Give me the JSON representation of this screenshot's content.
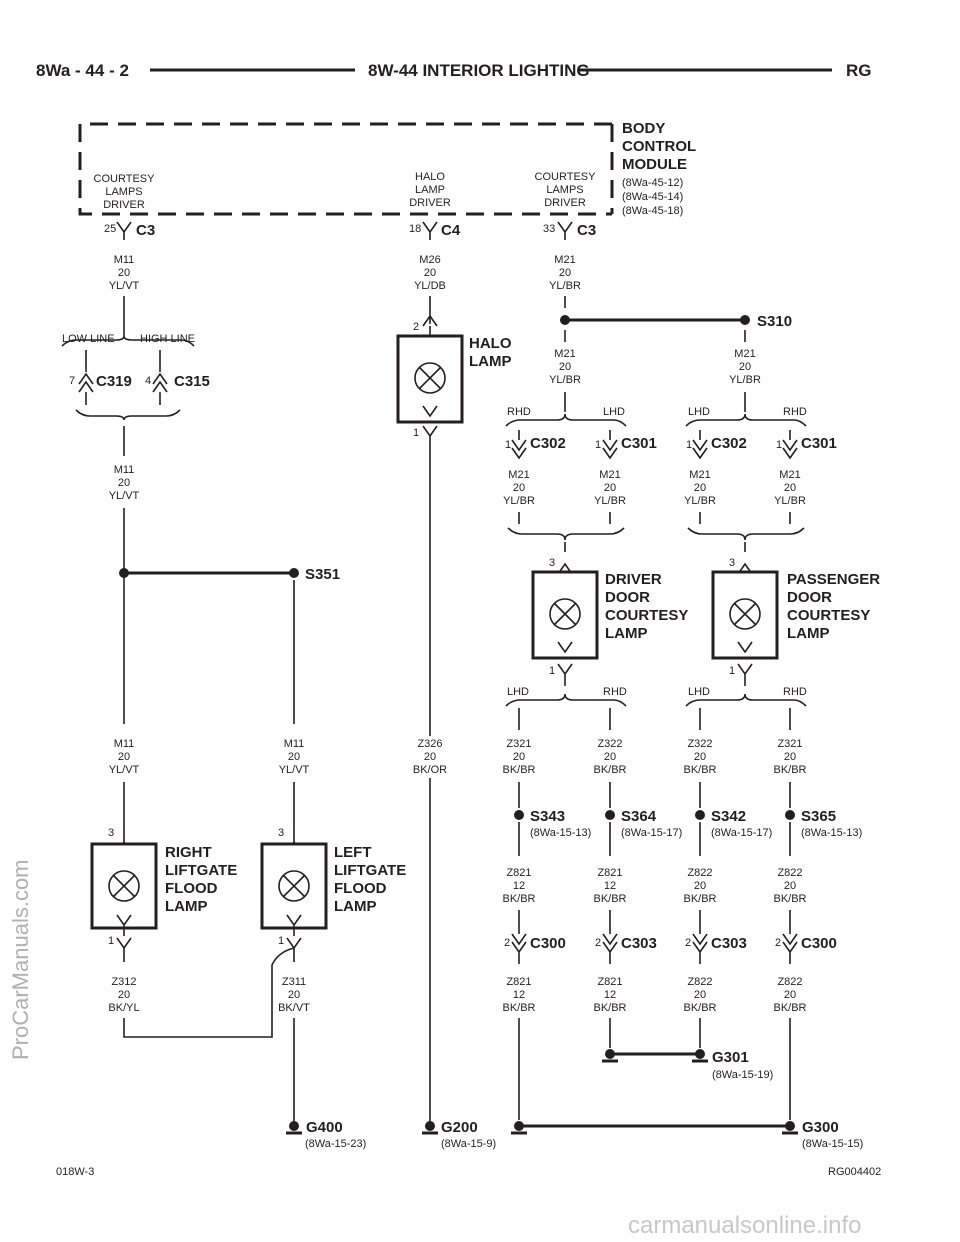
{
  "header": {
    "left": "8Wa - 44 - 2",
    "title": "8W-44 INTERIOR LIGHTING",
    "right": "RG"
  },
  "footer": {
    "left": "018W-3",
    "right": "RG004402"
  },
  "watermarks": {
    "side": "ProCarManuals.com",
    "bottom": "carmanualsonline.info"
  },
  "module": {
    "l1": "BODY",
    "l2": "CONTROL",
    "l3": "MODULE",
    "ref1": "(8Wa-45-12)",
    "ref2": "(8Wa-45-14)",
    "ref3": "(8Wa-45-18)"
  },
  "drivers": {
    "d1": [
      "COURTESY",
      "LAMPS",
      "DRIVER"
    ],
    "d2": [
      "HALO",
      "LAMP",
      "DRIVER"
    ],
    "d3": [
      "COURTESY",
      "LAMPS",
      "DRIVER"
    ]
  },
  "pins": {
    "p25": "25",
    "p18": "18",
    "p33": "33",
    "p2": "2",
    "p1": "1",
    "p7": "7",
    "p4": "4",
    "p3": "3"
  },
  "connectors": {
    "c3": "C3",
    "c4": "C4",
    "c319": "C319",
    "c315": "C315",
    "c302": "C302",
    "c301": "C301",
    "c300": "C300",
    "c303": "C303"
  },
  "splices": {
    "s310": "S310",
    "s351": "S351",
    "s343": "S343",
    "s364": "S364",
    "s342": "S342",
    "s365": "S365"
  },
  "grounds": {
    "g301": "G301",
    "g400": "G400",
    "g200": "G200",
    "g300": "G300"
  },
  "refs": {
    "s343": "(8Wa-15-13)",
    "s364": "(8Wa-15-17)",
    "s342": "(8Wa-15-17)",
    "s365": "(8Wa-15-13)",
    "g301": "(8Wa-15-19)",
    "g400": "(8Wa-15-23)",
    "g200": "(8Wa-15-9)",
    "g300": "(8Wa-15-15)"
  },
  "lines": {
    "low": "LOW LINE",
    "high": "HIGH LINE",
    "rhd": "RHD",
    "lhd": "LHD"
  },
  "wires": {
    "m11": [
      "M11",
      "20",
      "YL/VT"
    ],
    "m26": [
      "M26",
      "20",
      "YL/DB"
    ],
    "m21": [
      "M21",
      "20",
      "YL/BR"
    ],
    "z326": [
      "Z326",
      "20",
      "BK/OR"
    ],
    "z321": [
      "Z321",
      "20",
      "BK/BR"
    ],
    "z322": [
      "Z322",
      "20",
      "BK/BR"
    ],
    "z821": [
      "Z821",
      "12",
      "BK/BR"
    ],
    "z822": [
      "Z822",
      "20",
      "BK/BR"
    ],
    "z312": [
      "Z312",
      "20",
      "BK/YL"
    ],
    "z311": [
      "Z311",
      "20",
      "BK/VT"
    ]
  },
  "lamps": {
    "halo": [
      "HALO",
      "LAMP"
    ],
    "driver": [
      "DRIVER",
      "DOOR",
      "COURTESY",
      "LAMP"
    ],
    "passenger": [
      "PASSENGER",
      "DOOR",
      "COURTESY",
      "LAMP"
    ],
    "right_lg": [
      "RIGHT",
      "LIFTGATE",
      "FLOOD",
      "LAMP"
    ],
    "left_lg": [
      "LEFT",
      "LIFTGATE",
      "FLOOD",
      "LAMP"
    ]
  }
}
